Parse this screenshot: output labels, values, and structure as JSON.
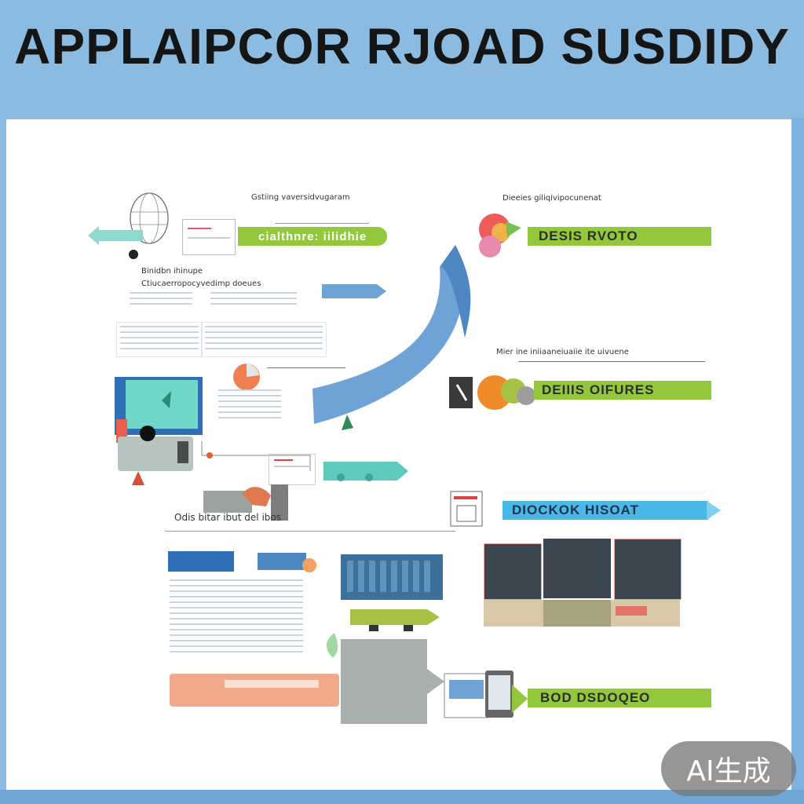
{
  "title": "APPLAIPCOR RJOAD SUSDIDY",
  "labels": {
    "top_left_caption": "Gstiing vaversidvugaram",
    "banner_left": "cialthnre: iilidhie",
    "sub_caption_1": "Binidbn ihinupe",
    "sub_caption_2": "Ctiucaerropocyvedimp doeues",
    "bottom_left_caption": "Odis bitar ibut del ibos",
    "right_caption_1": "Dieeies giliqivipocunenat",
    "right_caption_2": "Mier ine iniiaaneiuaiie ite uivuene"
  },
  "banners": {
    "b1": "DESIS RVOTO",
    "b2": "DEIIIS OIFURES",
    "b3": "DIOCKOK HISOAT",
    "b4": "BOD DSDOQEO"
  },
  "badge": "AI生成",
  "colors": {
    "header": "#8bbbe0",
    "green_banner": "#93c83d",
    "cyan_banner": "#49b8e6",
    "arrow_blue": "#6fa3d6",
    "salmon": "#f2a88a"
  }
}
